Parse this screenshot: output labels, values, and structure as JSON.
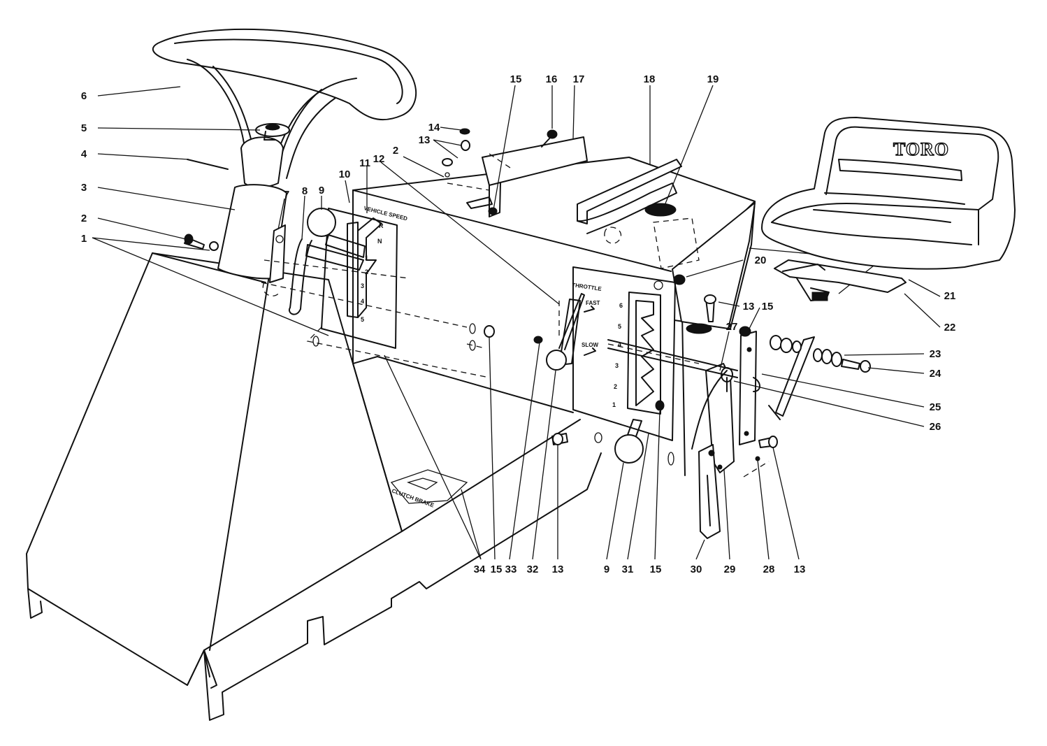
{
  "brand": {
    "seat_logo": "TORO"
  },
  "panels": {
    "left": {
      "title": "VEHICLE SPEED",
      "markings": [
        "R",
        "N",
        "1",
        "2",
        "3",
        "4",
        "5"
      ]
    },
    "right": {
      "throttle": "THROTTLE",
      "fast": "FAST",
      "slow": "SLOW",
      "gears": [
        "6",
        "5",
        "4",
        "3",
        "2",
        "1"
      ]
    },
    "pedal_label": "CLUTCH BRAKE"
  },
  "callouts": [
    {
      "label": "1"
    },
    {
      "label": "2"
    },
    {
      "label": "3"
    },
    {
      "label": "4"
    },
    {
      "label": "5"
    },
    {
      "label": "6"
    },
    {
      "label": "7"
    },
    {
      "label": "8"
    },
    {
      "label": "9"
    },
    {
      "label": "10"
    },
    {
      "label": "11"
    },
    {
      "label": "12"
    },
    {
      "label": "2"
    },
    {
      "label": "13"
    },
    {
      "label": "14"
    },
    {
      "label": "15"
    },
    {
      "label": "16"
    },
    {
      "label": "17"
    },
    {
      "label": "18"
    },
    {
      "label": "19"
    },
    {
      "label": "20"
    },
    {
      "label": "13"
    },
    {
      "label": "15"
    },
    {
      "label": "21"
    },
    {
      "label": "22"
    },
    {
      "label": "23"
    },
    {
      "label": "24"
    },
    {
      "label": "25"
    },
    {
      "label": "26"
    },
    {
      "label": "27"
    },
    {
      "label": "34"
    },
    {
      "label": "15"
    },
    {
      "label": "33"
    },
    {
      "label": "32"
    },
    {
      "label": "13"
    },
    {
      "label": "9"
    },
    {
      "label": "31"
    },
    {
      "label": "15"
    },
    {
      "label": "30"
    },
    {
      "label": "29"
    },
    {
      "label": "28"
    },
    {
      "label": "13"
    }
  ]
}
